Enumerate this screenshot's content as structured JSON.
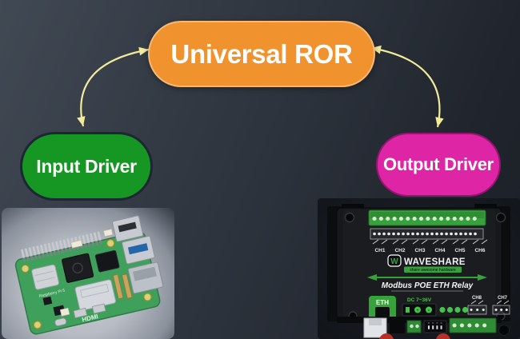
{
  "diagram": {
    "nodes": [
      {
        "id": "universal_ror",
        "label": "Universal ROR",
        "color": "#F0922D"
      },
      {
        "id": "input_driver",
        "label": "Input Driver",
        "color": "#169623"
      },
      {
        "id": "output_driver",
        "label": "Output Driver",
        "color": "#DD25A5"
      }
    ],
    "connections": [
      {
        "from": "Input Driver",
        "to": "Universal ROR",
        "bidirectional": true
      },
      {
        "from": "Universal ROR",
        "to": "Output Driver",
        "bidirectional": true
      }
    ]
  },
  "photos": {
    "raspberry_pi": {
      "board_text": "Raspberry Pi 5",
      "hdmi_label": "HDMI"
    },
    "relay_module": {
      "brand": "WAVESHARE",
      "brand_initial": "W",
      "tagline": "share awesome hardware",
      "product": "Modbus POE ETH Relay",
      "channels_top": [
        "CH1",
        "CH2",
        "CH3",
        "CH4",
        "CH5",
        "CH6"
      ],
      "channels_bottom": [
        "CH8",
        "CH7"
      ],
      "eth_label": "ETH",
      "power_label": "DC 7~36V",
      "plus": "+",
      "minus": "-"
    }
  },
  "colors": {
    "background": "#2d333d",
    "ror_node": "#F0922D",
    "input_node": "#169623",
    "output_node": "#DD25A5",
    "arrow": "#F2EB9C",
    "relay_green": "#37A23C",
    "pcb_green": "#3FA05C"
  }
}
